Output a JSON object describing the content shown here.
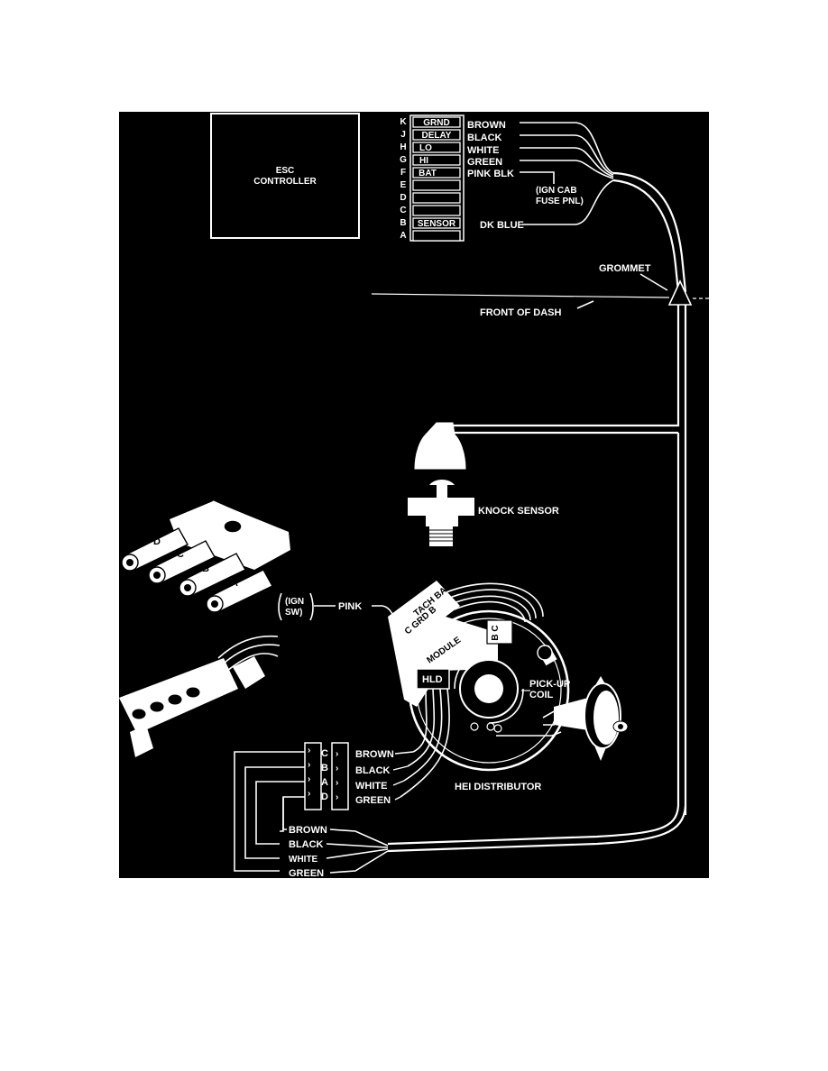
{
  "controller": {
    "label_line1": "ESC",
    "label_line2": "CONTROLLER"
  },
  "connector_pins": [
    {
      "pin": "K",
      "slot": "GRND"
    },
    {
      "pin": "J",
      "slot": "DELAY"
    },
    {
      "pin": "H",
      "slot": "LO"
    },
    {
      "pin": "G",
      "slot": "HI"
    },
    {
      "pin": "F",
      "slot": "BAT"
    },
    {
      "pin": "E",
      "slot": ""
    },
    {
      "pin": "D",
      "slot": ""
    },
    {
      "pin": "C",
      "slot": ""
    },
    {
      "pin": "B",
      "slot": "SENSOR"
    },
    {
      "pin": "A",
      "slot": ""
    }
  ],
  "harness_wires": [
    "BROWN",
    "BLACK",
    "WHITE",
    "GREEN",
    "PINK BLK"
  ],
  "ign_cab": {
    "line1": "(IGN CAB",
    "line2": "FUSE PNL)"
  },
  "dk_blue": "DK BLUE",
  "grommet": "GROMMET",
  "front_of_dash": "FRONT OF DASH",
  "knock_sensor": "KNOCK SENSOR",
  "plug_letters": [
    "D",
    "C",
    "B",
    "A"
  ],
  "ign_sw": {
    "line1": "(IGN",
    "line2": "SW)",
    "wire": "PINK"
  },
  "module": {
    "tach_bat": "TACH BAT",
    "c_grd_b": "C GRD B",
    "module_label": "MODULE",
    "bc": "B C",
    "hld": "HLD",
    "pickup_line1": "PICK-UP",
    "pickup_line2": "COIL"
  },
  "distributor_connector": {
    "left_letters": [
      "C",
      "B",
      "A",
      "D"
    ],
    "right_wires": [
      "BROWN",
      "BLACK",
      "WHITE",
      "GREEN"
    ]
  },
  "hei_distributor": "HEI DISTRIBUTOR",
  "bottom_wires": [
    "BROWN",
    "BLACK",
    "WHITE",
    "GREEN"
  ]
}
